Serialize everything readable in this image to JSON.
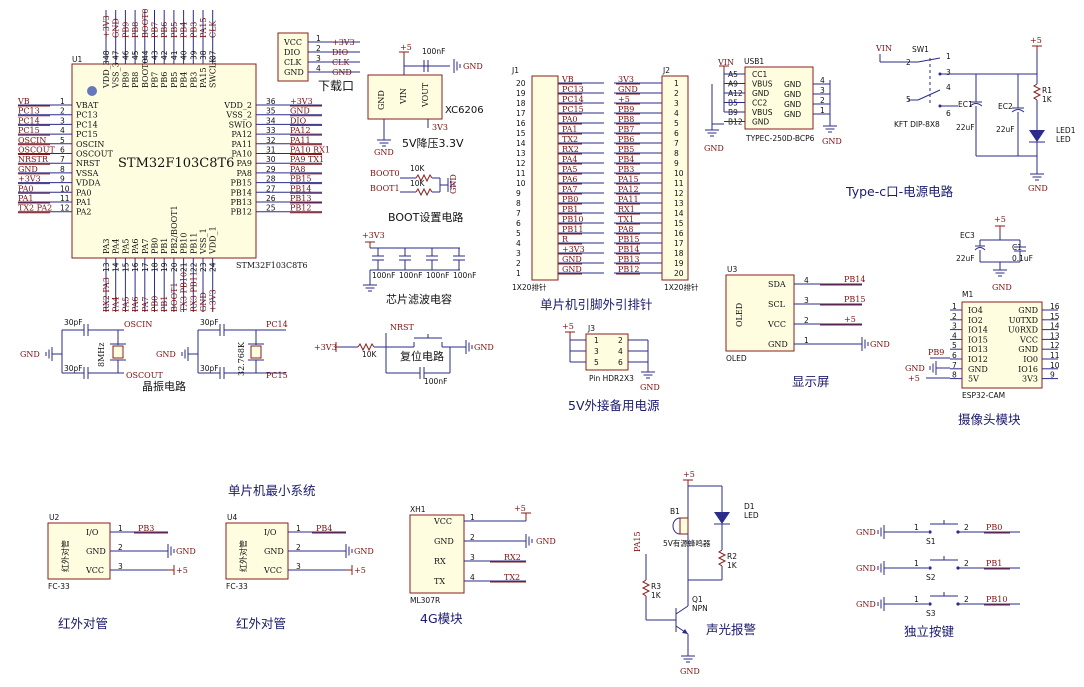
{
  "mcu": {
    "ref": "U1",
    "part": "STM32F103C8T6",
    "part_below": "STM32F103C8T6",
    "left_pins": [
      {
        "num": "1",
        "name": "VBAT",
        "net": "VB"
      },
      {
        "num": "2",
        "name": "PC13",
        "net": "PC13"
      },
      {
        "num": "3",
        "name": "PC14",
        "net": "PC14"
      },
      {
        "num": "4",
        "name": "PC15",
        "net": "PC15"
      },
      {
        "num": "5",
        "name": "OSCIN",
        "net": "OSCIN"
      },
      {
        "num": "6",
        "name": "OSCOUT",
        "net": "OSCOUT"
      },
      {
        "num": "7",
        "name": "NRST",
        "net": "NRSTR"
      },
      {
        "num": "8",
        "name": "VSSA",
        "net": "GND"
      },
      {
        "num": "9",
        "name": "VDDA",
        "net": "+3V3"
      },
      {
        "num": "10",
        "name": "PA0",
        "net": "PA0"
      },
      {
        "num": "11",
        "name": "PA1",
        "net": "PA1"
      },
      {
        "num": "12",
        "name": "PA2",
        "net": "TX2  PA2"
      }
    ],
    "right_pins": [
      {
        "num": "36",
        "name": "VDD_2",
        "net": "+3V3"
      },
      {
        "num": "35",
        "name": "VSS_2",
        "net": "GND"
      },
      {
        "num": "34",
        "name": "SWIO",
        "net": "DIO"
      },
      {
        "num": "33",
        "name": "PA12",
        "net": "PA12"
      },
      {
        "num": "32",
        "name": "PA11",
        "net": "PA11"
      },
      {
        "num": "31",
        "name": "PA10",
        "net": "PA10 RX1"
      },
      {
        "num": "30",
        "name": "PA9",
        "net": "PA9  TX1"
      },
      {
        "num": "29",
        "name": "PA8",
        "net": "PA8"
      },
      {
        "num": "28",
        "name": "PB15",
        "net": "PB15"
      },
      {
        "num": "27",
        "name": "PB14",
        "net": "PB14"
      },
      {
        "num": "26",
        "name": "PB13",
        "net": "PB13"
      },
      {
        "num": "25",
        "name": "PB12",
        "net": "PB12"
      }
    ],
    "top_pins": [
      {
        "num": "48",
        "name": "VDD_3",
        "net": "+3V3"
      },
      {
        "num": "47",
        "name": "VSS_3",
        "net": "GND"
      },
      {
        "num": "46",
        "name": "PB9",
        "net": "PB9"
      },
      {
        "num": "45",
        "name": "PB8",
        "net": "PB8"
      },
      {
        "num": "44",
        "name": "BOOT0",
        "net": "BOOT0"
      },
      {
        "num": "43",
        "name": "PB7",
        "net": "PB7"
      },
      {
        "num": "42",
        "name": "PB6",
        "net": "PB6"
      },
      {
        "num": "41",
        "name": "PB5",
        "net": "PB5"
      },
      {
        "num": "40",
        "name": "PB4",
        "net": "PB4"
      },
      {
        "num": "39",
        "name": "PB3",
        "net": "PB3"
      },
      {
        "num": "38",
        "name": "PA15",
        "net": "PA15"
      },
      {
        "num": "37",
        "name": "SWCLK",
        "net": "CLK"
      }
    ],
    "bottom_pins": [
      {
        "num": "13",
        "name": "PA3",
        "net": "RX2 PA3"
      },
      {
        "num": "14",
        "name": "PA4",
        "net": "PA4"
      },
      {
        "num": "15",
        "name": "PA5",
        "net": "PA5"
      },
      {
        "num": "16",
        "name": "PA6",
        "net": "PA6"
      },
      {
        "num": "17",
        "name": "PA7",
        "net": "PA7"
      },
      {
        "num": "18",
        "name": "PB0",
        "net": "PB0"
      },
      {
        "num": "19",
        "name": "PB1",
        "net": "PB1"
      },
      {
        "num": "20",
        "name": "PB2/BOOT1",
        "net": "BOOT1"
      },
      {
        "num": "21",
        "name": "PB10",
        "net": "TX3 PB10"
      },
      {
        "num": "22",
        "name": "PB11",
        "net": "RX3 PB11"
      },
      {
        "num": "23",
        "name": "VSS_1",
        "net": "GND"
      },
      {
        "num": "24",
        "name": "VDD_1",
        "net": "+3V3"
      }
    ]
  },
  "download": {
    "pins": [
      {
        "num": "1",
        "name": "VCC",
        "net": "+3V3"
      },
      {
        "num": "2",
        "name": "DIO",
        "net": "DIO"
      },
      {
        "num": "3",
        "name": "CLK",
        "net": "CLK"
      },
      {
        "num": "4",
        "name": "GND",
        "net": "GND"
      }
    ],
    "caption": "下载口"
  },
  "ldo": {
    "ref": "XC6206",
    "pins": [
      "GND",
      "VIN",
      "VOUT"
    ],
    "vin": "+5",
    "vout": "3V3",
    "cap": "100nF",
    "gnd": "GND",
    "caption": "5V降压3.3V"
  },
  "boot": {
    "boot0": "BOOT0",
    "boot1": "BOOT1",
    "r": "10K",
    "gnd": "GND",
    "caption": "BOOT设置电路"
  },
  "filter": {
    "net": "+3V3",
    "caps": [
      "100nF",
      "100nF",
      "100nF",
      "100nF"
    ],
    "caption": "芯片滤波电容"
  },
  "crystal": {
    "osc1": {
      "in": "OSCIN",
      "out": "OSCOUT",
      "freq": "8MHz",
      "cap": "30pF"
    },
    "osc2": {
      "in": "PC14",
      "out": "PC15",
      "freq": "32.768K",
      "cap": "30pF"
    },
    "gnd": "GND",
    "caption": "晶振电路"
  },
  "reset": {
    "net": "NRST",
    "vcc": "+3V3",
    "r": "10K",
    "cap": "100nF",
    "gnd": "GND",
    "caption": "复位电路"
  },
  "j1": {
    "ref": "J1",
    "part": "1X20排针",
    "pins": [
      {
        "num": "20",
        "net": "VB"
      },
      {
        "num": "19",
        "net": "PC13"
      },
      {
        "num": "18",
        "net": "PC14"
      },
      {
        "num": "17",
        "net": "PC15"
      },
      {
        "num": "16",
        "net": "PA0"
      },
      {
        "num": "15",
        "net": "PA1"
      },
      {
        "num": "14",
        "net": "TX2"
      },
      {
        "num": "13",
        "net": "RX2"
      },
      {
        "num": "12",
        "net": "PA4"
      },
      {
        "num": "11",
        "net": "PA5"
      },
      {
        "num": "10",
        "net": "PA6"
      },
      {
        "num": "9",
        "net": "PA7"
      },
      {
        "num": "8",
        "net": "PB0"
      },
      {
        "num": "7",
        "net": "PB1"
      },
      {
        "num": "6",
        "net": "PB10"
      },
      {
        "num": "5",
        "net": "PB11"
      },
      {
        "num": "4",
        "net": "R"
      },
      {
        "num": "3",
        "net": "+3V3"
      },
      {
        "num": "2",
        "net": "GND"
      },
      {
        "num": "1",
        "net": "GND"
      }
    ]
  },
  "j2": {
    "ref": "J2",
    "part": "1X20排针",
    "pins": [
      {
        "num": "1",
        "net": "3V3"
      },
      {
        "num": "2",
        "net": "GND"
      },
      {
        "num": "3",
        "net": "+5"
      },
      {
        "num": "4",
        "net": "PB9"
      },
      {
        "num": "5",
        "net": "PB8"
      },
      {
        "num": "6",
        "net": "PB7"
      },
      {
        "num": "7",
        "net": "PB6"
      },
      {
        "num": "8",
        "net": "PB5"
      },
      {
        "num": "9",
        "net": "PB4"
      },
      {
        "num": "10",
        "net": "PB3"
      },
      {
        "num": "11",
        "net": "PA15"
      },
      {
        "num": "12",
        "net": "PA12"
      },
      {
        "num": "13",
        "net": "PA11"
      },
      {
        "num": "14",
        "net": "RX1"
      },
      {
        "num": "15",
        "net": "TX1"
      },
      {
        "num": "16",
        "net": "PA8"
      },
      {
        "num": "17",
        "net": "PB15"
      },
      {
        "num": "18",
        "net": "PB14"
      },
      {
        "num": "19",
        "net": "PB13"
      },
      {
        "num": "20",
        "net": "PB12"
      }
    ]
  },
  "header_caption": "单片机引脚外引排针",
  "j3": {
    "ref": "J3",
    "part": "Pin HDR2X3",
    "nums": [
      "1",
      "2",
      "3",
      "4",
      "5",
      "6"
    ],
    "vcc": "+5",
    "gnd": "GND",
    "caption": "5V外接备用电源"
  },
  "usb": {
    "ref": "USB1",
    "part": "TYPEC-250D-BCP6",
    "vin": "VIN",
    "gnd": "GND",
    "left": [
      "A5",
      "A9",
      "A12",
      "B5",
      "B9",
      "B12"
    ],
    "pins": [
      "CC1",
      "VBUS",
      "GND",
      "CC2",
      "VBUS",
      "GND"
    ],
    "right": [
      "GND",
      "GND",
      "GND",
      "GND"
    ],
    "right_nums": [
      "4",
      "3",
      "2",
      "1"
    ]
  },
  "power": {
    "sw": "SW1",
    "sw_part": "KFT DIP-8X8",
    "vin": "VIN",
    "vcc": "+5",
    "gnd": "GND",
    "ec1": "EC1",
    "ec2": "EC2",
    "ec_val": "22uF",
    "r1": "R1",
    "r1_val": "1K",
    "led": "LED1",
    "led_part": "LED",
    "sw_nums": [
      "1",
      "2",
      "3",
      "4",
      "5",
      "6"
    ],
    "caption": "Type-c口-电源电路"
  },
  "oled": {
    "ref": "U3",
    "part": "OLED",
    "body": "OLED",
    "pins": [
      {
        "num": "4",
        "name": "SDA",
        "net": "PB14"
      },
      {
        "num": "3",
        "name": "SCL",
        "net": "PB15"
      },
      {
        "num": "2",
        "name": "VCC",
        "net": "+5"
      },
      {
        "num": "1",
        "name": "GND",
        "net": "GND"
      }
    ],
    "caption": "显示屏"
  },
  "ldo2": {
    "ec3": "EC3",
    "ec3_val": "22uF",
    "c1": "C1",
    "c1_val": "0.1uF",
    "vcc": "+5",
    "gnd": "GND"
  },
  "cam": {
    "ref": "M1",
    "part": "ESP32-CAM",
    "left": [
      {
        "num": "1",
        "name": "IO4"
      },
      {
        "num": "2",
        "name": "IO2"
      },
      {
        "num": "3",
        "name": "IO14"
      },
      {
        "num": "4",
        "name": "IO15"
      },
      {
        "num": "5",
        "name": "IO13"
      },
      {
        "num": "6",
        "name": "IO12"
      },
      {
        "num": "7",
        "name": "GND"
      },
      {
        "num": "8",
        "name": "5V"
      }
    ],
    "right": [
      {
        "num": "16",
        "name": "GND"
      },
      {
        "num": "15",
        "name": "U0TXD"
      },
      {
        "num": "14",
        "name": "U0RXD"
      },
      {
        "num": "13",
        "name": "VCC"
      },
      {
        "num": "12",
        "name": "GND"
      },
      {
        "num": "11",
        "name": "IO0"
      },
      {
        "num": "10",
        "name": "IO16"
      },
      {
        "num": "9",
        "name": "3V3"
      }
    ],
    "pb9": "PB9",
    "gnd": "GND",
    "vcc": "+5",
    "caption": "摄像头模块"
  },
  "min_caption": "单片机最小系统",
  "ir1": {
    "ref": "U2",
    "part": "FC-33",
    "body": "红外对管",
    "pins": [
      {
        "num": "1",
        "name": "I/O",
        "net": "PB3"
      },
      {
        "num": "2",
        "name": "GND",
        "net": "GND"
      },
      {
        "num": "3",
        "name": "VCC",
        "net": "+5"
      }
    ],
    "caption": "红外对管"
  },
  "ir2": {
    "ref": "U4",
    "part": "FC-33",
    "body": "红外对管",
    "pins": [
      {
        "num": "1",
        "name": "I/O",
        "net": "PB4"
      },
      {
        "num": "2",
        "name": "GND",
        "net": "GND"
      },
      {
        "num": "3",
        "name": "VCC",
        "net": "+5"
      }
    ],
    "caption": "红外对管"
  },
  "g4": {
    "ref": "XH1",
    "part": "ML307R",
    "pins": [
      {
        "num": "1",
        "name": "VCC",
        "net": "+5"
      },
      {
        "num": "2",
        "name": "GND",
        "net": "GND"
      },
      {
        "num": "3",
        "name": "RX",
        "net": "RX2"
      },
      {
        "num": "4",
        "name": "TX",
        "net": "TX2"
      }
    ],
    "caption": "4G模块"
  },
  "alarm": {
    "vcc": "+5",
    "b1": "B1",
    "b1_part": "5V有源蜂鸣器",
    "d1": "D1",
    "d1_part": "LED",
    "r2": "R2",
    "r2_val": "1K",
    "r3": "R3",
    "r3_val": "1K",
    "q1": "Q1",
    "q1_part": "NPN",
    "pa15": "PA15",
    "gnd": "GND",
    "caption": "声光报警"
  },
  "keys": {
    "items": [
      {
        "ref": "S1",
        "net": "PB0",
        "n1": "1",
        "n2": "2"
      },
      {
        "ref": "S2",
        "net": "PB1",
        "n1": "1",
        "n2": "2"
      },
      {
        "ref": "S3",
        "net": "PB10",
        "n1": "1",
        "n2": "2"
      }
    ],
    "gnd": "GND",
    "caption": "独立按键"
  }
}
